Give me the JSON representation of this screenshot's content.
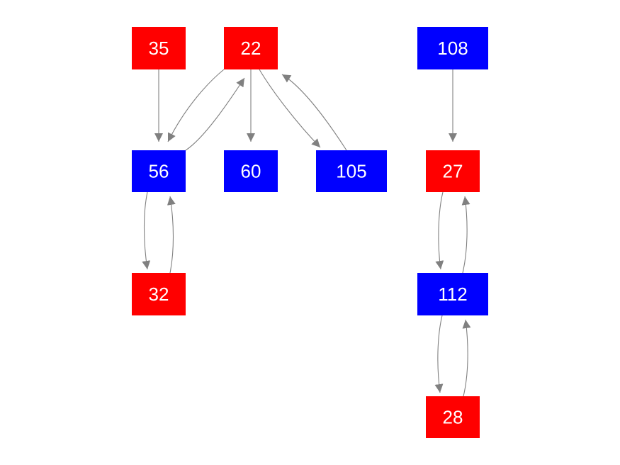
{
  "colors": {
    "red": "#ff0000",
    "blue": "#0000ff",
    "edge": "#808080",
    "label": "#ffffff"
  },
  "nodes": [
    {
      "id": "n35",
      "label": "35",
      "color": "red"
    },
    {
      "id": "n22",
      "label": "22",
      "color": "red"
    },
    {
      "id": "n108",
      "label": "108",
      "color": "blue"
    },
    {
      "id": "n56",
      "label": "56",
      "color": "blue"
    },
    {
      "id": "n60",
      "label": "60",
      "color": "blue"
    },
    {
      "id": "n105",
      "label": "105",
      "color": "blue"
    },
    {
      "id": "n27",
      "label": "27",
      "color": "red"
    },
    {
      "id": "n32",
      "label": "32",
      "color": "red"
    },
    {
      "id": "n112",
      "label": "112",
      "color": "blue"
    },
    {
      "id": "n28",
      "label": "28",
      "color": "red"
    }
  ],
  "edges": [
    {
      "from": "n35",
      "to": "n56"
    },
    {
      "from": "n22",
      "to": "n56"
    },
    {
      "from": "n56",
      "to": "n22"
    },
    {
      "from": "n22",
      "to": "n60"
    },
    {
      "from": "n22",
      "to": "n105"
    },
    {
      "from": "n105",
      "to": "n22"
    },
    {
      "from": "n56",
      "to": "n32"
    },
    {
      "from": "n32",
      "to": "n56"
    },
    {
      "from": "n108",
      "to": "n27"
    },
    {
      "from": "n27",
      "to": "n112"
    },
    {
      "from": "n112",
      "to": "n27"
    },
    {
      "from": "n112",
      "to": "n28"
    },
    {
      "from": "n28",
      "to": "n112"
    }
  ]
}
